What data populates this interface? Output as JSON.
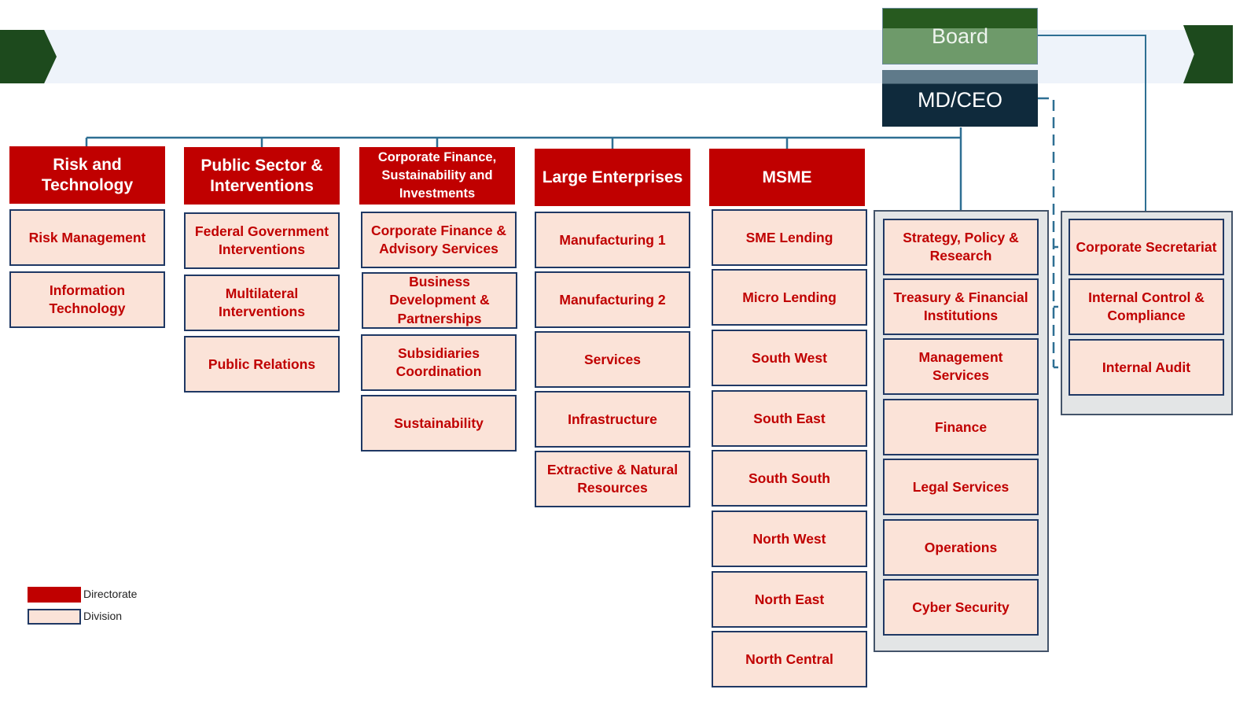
{
  "top": {
    "board": "Board",
    "ceo": "MD/CEO"
  },
  "directorates": [
    {
      "title": "Risk and Technology",
      "divisions": [
        "Risk Management",
        "Information Technology"
      ]
    },
    {
      "title": "Public Sector & Interventions",
      "divisions": [
        "Federal Government Interventions",
        "Multilateral Interventions",
        "Public Relations"
      ]
    },
    {
      "title": "Corporate Finance, Sustainability and Investments",
      "divisions": [
        "Corporate Finance & Advisory Services",
        "Business Development & Partnerships",
        "Subsidiaries Coordination",
        "Sustainability"
      ]
    },
    {
      "title": "Large Enterprises",
      "divisions": [
        "Manufacturing 1",
        "Manufacturing 2",
        "Services",
        "Infrastructure",
        "Extractive & Natural Resources"
      ]
    },
    {
      "title": "MSME",
      "divisions": [
        "SME Lending",
        "Micro Lending",
        "South West",
        "South East",
        "South South",
        "North West",
        "North East",
        "North Central"
      ]
    }
  ],
  "ceo_divisions": [
    "Strategy, Policy & Research",
    "Treasury & Financial Institutions",
    "Management Services",
    "Finance",
    "Legal Services",
    "Operations",
    "Cyber Security"
  ],
  "board_divisions": [
    "Corporate Secretariat",
    "Internal Control & Compliance",
    "Internal Audit"
  ],
  "legend": {
    "directorate": "Directorate",
    "division": "Division"
  },
  "colors": {
    "directorate": "#c00000",
    "division_fill": "#fbe3d8",
    "division_border": "#1f3864",
    "board": "#275a1f",
    "ceo": "#0f2a3c",
    "connector": "#2e6f93"
  }
}
